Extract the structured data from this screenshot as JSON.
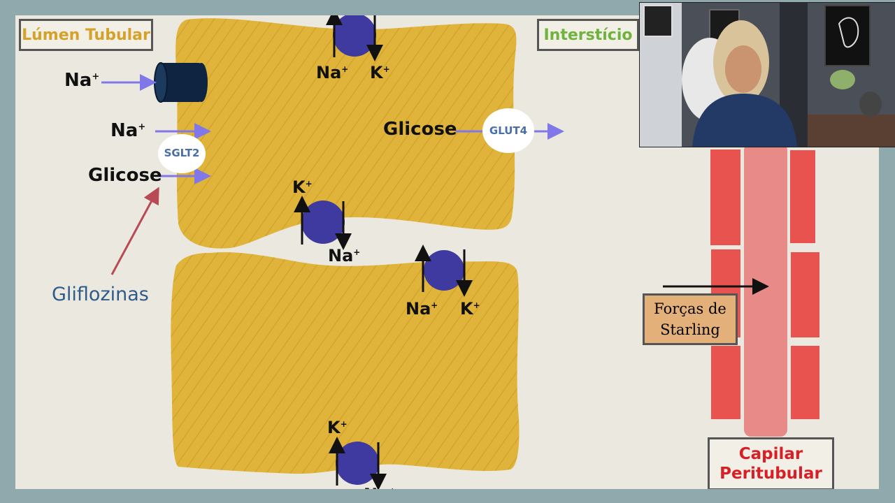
{
  "labels": {
    "lumen": "Lúmen Tubular",
    "interstitium": "Interstício",
    "na_plus": "Na",
    "k_plus": "K",
    "plus": "+",
    "glucose": "Glicose",
    "gliflozins": "Gliflozinas",
    "sglt2": "SGLT2",
    "glut4": "GLUT4",
    "starling_line1": "Forças de",
    "starling_line2": "Starling",
    "capillary_line1": "Capilar",
    "capillary_line2": "Peritubular"
  },
  "colors": {
    "cell": "#e0b43a",
    "pump": "#3f3aa0",
    "arrow": "#8077e8",
    "lumen_title": "#d4a22a",
    "interstitium_title": "#6fb33c",
    "gliflozins": "#2f5a8c",
    "inhibit_arrow": "#b84a56",
    "capillary_wall": "#e9534f",
    "capillary_lumen": "#e88a88",
    "capillary_title": "#d81f26",
    "starling_box": "#e3b07a",
    "channel": "#0f2440"
  },
  "webcam": {
    "description_icon": "presenter-video-icon"
  }
}
